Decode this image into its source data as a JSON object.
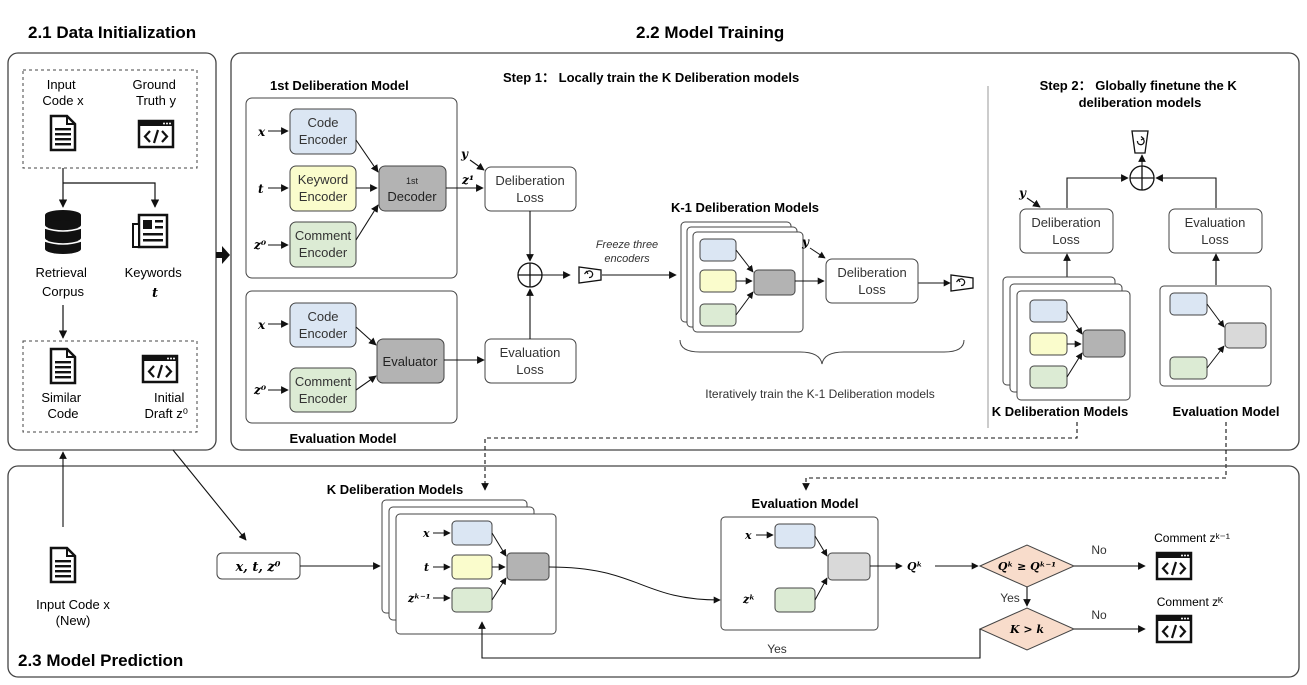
{
  "sections": {
    "data_init": "2.1 Data Initialization",
    "training": "2.2 Model Training",
    "prediction": "2.3 Model Prediction"
  },
  "init": {
    "input_code": [
      "Input",
      "Code x"
    ],
    "ground_truth": [
      "Ground",
      "Truth y"
    ],
    "retrieval": [
      "Retrieval",
      "Corpus"
    ],
    "keywords": [
      "Keywords",
      "t"
    ],
    "similar_code": [
      "Similar",
      "Code"
    ],
    "initial_draft": [
      "Initial",
      "Draft z⁰"
    ]
  },
  "training": {
    "first_model_title": "1st Deliberation Model",
    "step1": "Step 1： Locally train the K Deliberation models",
    "step2": [
      "Step 2： Globally finetune the K",
      "deliberation models"
    ],
    "code_encoder": [
      "Code",
      "Encoder"
    ],
    "keyword_encoder": [
      "Keyword",
      "Encoder"
    ],
    "comment_encoder": [
      "Comment",
      "Encoder"
    ],
    "decoder": [
      "1st",
      "Decoder"
    ],
    "evaluator": "Evaluator",
    "delib_loss": [
      "Deliberation",
      "Loss"
    ],
    "eval_loss": [
      "Evaluation",
      "Loss"
    ],
    "eval_model_title": "Evaluation Model",
    "freeze": [
      "Freeze three",
      "encoders"
    ],
    "k1_title": "K-1 Deliberation Models",
    "iter_text": "Iteratively train the K-1 Deliberation models",
    "k_delib_models": "K Deliberation Models",
    "eval_model2": "Evaluation Model"
  },
  "vars": {
    "x": "x",
    "t": "t",
    "z0": "z⁰",
    "z1": "z¹",
    "y": "y",
    "zk": "zᵏ",
    "zk1": "zᵏ⁻¹"
  },
  "prediction": {
    "input_code_new": [
      "Input Code x",
      "(New)"
    ],
    "inputs_box": "x, t, z⁰",
    "k_models": "K Deliberation Models",
    "eval_model": "Evaluation Model",
    "qk": "Qᵏ",
    "cond1": "Qᵏ ≥ Qᵏ⁻¹",
    "cond2": "K > k",
    "no1": "No",
    "no2": "No",
    "yes1": "Yes",
    "yes2": "Yes",
    "out1": "Comment zᵏ⁻¹",
    "out2": "Comment zᴷ"
  },
  "colors": {
    "blue": "#dbe6f3",
    "yellow": "#fafccc",
    "green": "#dcebd4",
    "dark": "#b3b3b3",
    "light": "#d9d9d9",
    "cond": "#f8dccb"
  }
}
